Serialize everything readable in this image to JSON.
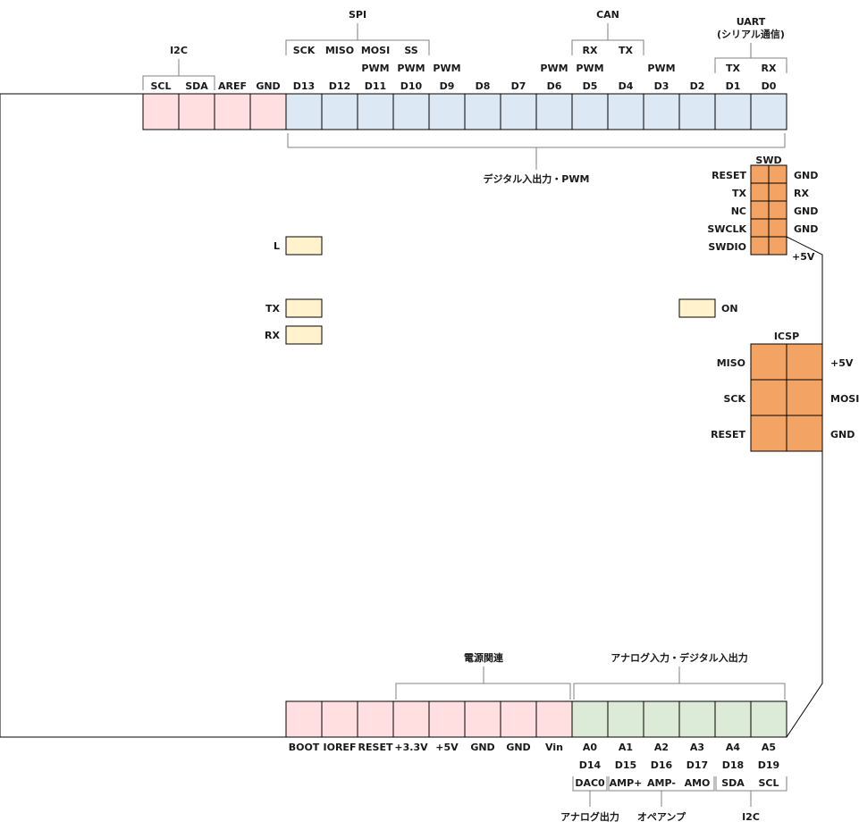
{
  "colors": {
    "i2c_pink": "#ffdfdf",
    "digital_blue": "#dce9f5",
    "power_pink": "#ffdfdf",
    "analog_green": "#dcebd8",
    "led_yellow": "#fff2cc",
    "header_orange": "#f3a465",
    "stroke": "#000000",
    "bracket": "#808080"
  },
  "top_header": {
    "pins": [
      "SCL",
      "SDA",
      "AREF",
      "GND",
      "D13",
      "D12",
      "D11",
      "D10",
      "D9",
      "D8",
      "D7",
      "D6",
      "D5",
      "D4",
      "D3",
      "D2",
      "D1",
      "D0"
    ],
    "groups": [
      "i2c",
      "i2c",
      "i2c",
      "i2c",
      "dig",
      "dig",
      "dig",
      "dig",
      "dig",
      "dig",
      "dig",
      "dig",
      "dig",
      "dig",
      "dig",
      "dig",
      "dig",
      "dig"
    ],
    "pwm_label": "PWM",
    "pwm_pins": [
      "D11",
      "D10",
      "D9",
      "D6",
      "D5",
      "D3"
    ],
    "i2c_title": "I2C",
    "spi_title": "SPI",
    "spi_labels": [
      "SCK",
      "MISO",
      "MOSI",
      "SS"
    ],
    "can_title": "CAN",
    "can_labels": [
      "RX",
      "TX"
    ],
    "uart_title": "UART",
    "uart_subtitle": "(シリアル通信)",
    "uart_labels": [
      "TX",
      "RX"
    ],
    "digital_caption": "デジタル入出力・PWM"
  },
  "swd": {
    "title": "SWD",
    "left_labels": [
      "RESET",
      "TX",
      "NC",
      "SWCLK",
      "SWDIO"
    ],
    "right_labels": [
      "GND",
      "RX",
      "GND",
      "GND",
      "+5V"
    ]
  },
  "leds": [
    {
      "id": "l",
      "label": "L"
    },
    {
      "id": "tx",
      "label": "TX"
    },
    {
      "id": "rx",
      "label": "RX"
    },
    {
      "id": "on",
      "label": "ON"
    }
  ],
  "icsp": {
    "title": "ICSP",
    "left_labels": [
      "MISO",
      "SCK",
      "RESET"
    ],
    "right_labels": [
      "+5V",
      "MOSI",
      "GND"
    ]
  },
  "bottom_header": {
    "pins": [
      "BOOT",
      "IOREF",
      "RESET",
      "+3.3V",
      "+5V",
      "GND",
      "GND",
      "Vin",
      "A0",
      "A1",
      "A2",
      "A3",
      "A4",
      "A5"
    ],
    "groups": [
      "pwr",
      "pwr",
      "pwr",
      "pwr",
      "pwr",
      "pwr",
      "pwr",
      "pwr",
      "ana",
      "ana",
      "ana",
      "ana",
      "ana",
      "ana"
    ],
    "power_caption": "電源関連",
    "analog_caption": "アナログ入力・デジタル入出力",
    "digital_aliases": [
      "D14",
      "D15",
      "D16",
      "D17",
      "D18",
      "D19"
    ],
    "functions": [
      "DAC0",
      "AMP+",
      "AMP-",
      "AMO",
      "SDA",
      "SCL"
    ],
    "function_groups": [
      "アナログ出力",
      "オペアンプ",
      "I2C"
    ]
  }
}
